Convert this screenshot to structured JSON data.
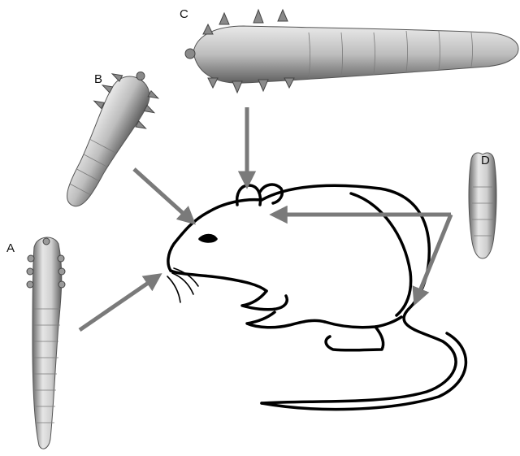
{
  "labels": {
    "a": "A",
    "b": "B",
    "c": "C",
    "d": "D"
  },
  "colors": {
    "arrow": "#7a7a7a",
    "mite_light": "#d9d9d9",
    "mite_dark": "#6a6a6a",
    "outline": "#000000"
  },
  "icons": [
    "mite-a-icon",
    "mite-b-icon",
    "mite-c-icon",
    "mite-d-icon",
    "mouse-outline-icon"
  ]
}
